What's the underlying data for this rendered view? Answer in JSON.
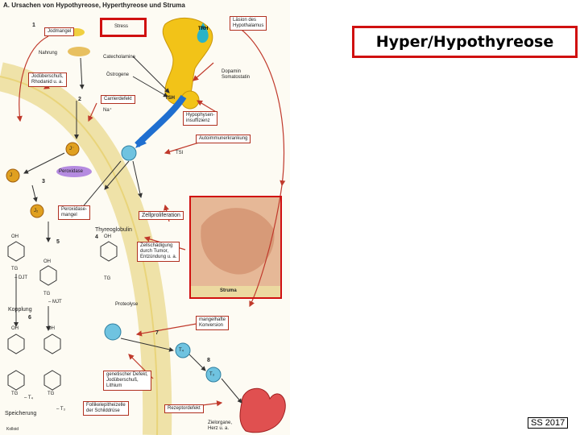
{
  "slide": {
    "title": "Hyper/Hypothyreose",
    "footer": "SS 2017"
  },
  "figure": {
    "title": "A. Ursachen von Hypothyreose, Hyperthyreose und Struma",
    "labels": {
      "jodmangel": "Jodmangel",
      "nahrung": "Nahrung",
      "stress": "Stress",
      "trh": "TRH",
      "lasion": "Läsion des\nHypothalamus",
      "catecholamine": "Catecholamine",
      "ostrogene": "Östrogene",
      "jodueberschuss": "Jodüberschuß,\nRhodanid u. a.",
      "dopamin": "Dopamin\nSomatostatin",
      "carrierdefekt": "Carrierdefekt",
      "tsh": "TSH",
      "na": "Na⁺",
      "hypophysen": "Hypophysen-\ninsuffizienz",
      "autoimmun": "Autoimmunerkrankung",
      "tsi": "TSI",
      "peroxidase": "Peroxidase",
      "peroxidasemangel": "Peroxidase-\nmangel",
      "zellproliferation": "Zellproliferation",
      "thyreoglobulin": "Thyreoglobulin",
      "zellschaedigung": "Zellschädigung\ndurch Tumor,\nEntzündung u. a.",
      "struma": "Struma",
      "djt": "– DJT",
      "mjt": "– MJT",
      "kopplung": "Kopplung",
      "proteolyse": "Proteolyse",
      "mangelhafte": "mangelhafte\nKonversion",
      "t4": "T₄",
      "t3": "T₃",
      "genetischer": "genetischer Defekt,\nJodüberschuß,\nLithium",
      "speicherung": "Speicherung",
      "kolloid": "Kolloid",
      "follikel": "Follikelepitheizelle\nder Schilddrüse",
      "rezeptordefekt": "Rezeptordefekt",
      "zielorgane": "Zielorgane,\nHerz u. a.",
      "t4_bottom": "– T₄",
      "t3_bottom": "– T₃",
      "j_minus": "J⁻",
      "j_atom": "J",
      "j_zero": "J₂",
      "oh": "OH",
      "tg": "TG",
      "n1": "1",
      "n2": "2",
      "n3": "3",
      "n4": "4",
      "n5": "5",
      "n6": "6",
      "n7": "7",
      "n8": "8"
    }
  },
  "colors": {
    "accent_red": "#d01010",
    "arrow_dark": "#333333",
    "arrow_red": "#c0392b",
    "tsh_blue": "#1f6fd0",
    "gland_yellow": "#f2c318",
    "peroxidase_purple": "#b58be0"
  }
}
